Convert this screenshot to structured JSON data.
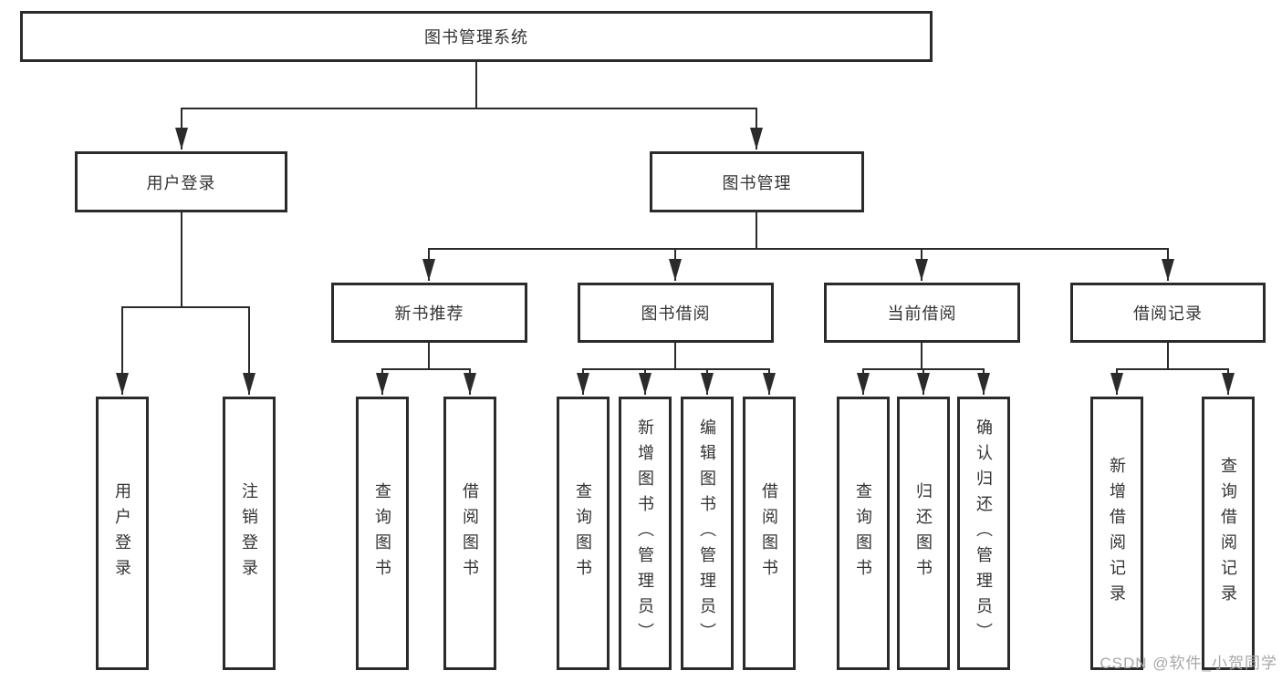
{
  "diagram": {
    "root": {
      "label": "图书管理系统"
    },
    "branches": [
      {
        "label": "用户登录",
        "children": [
          "用户登录",
          "注销登录"
        ]
      },
      {
        "label": "图书管理",
        "sections": [
          {
            "label": "新书推荐",
            "children": [
              "查询图书",
              "借阅图书"
            ]
          },
          {
            "label": "图书借阅",
            "children": [
              "查询图书",
              "新增图书（管理员）",
              "编辑图书（管理员）",
              "借阅图书"
            ]
          },
          {
            "label": "当前借阅",
            "children": [
              "查询图书",
              "归还图书",
              "确认归还（管理员）"
            ]
          },
          {
            "label": "借阅记录",
            "children": [
              "新增借阅记录",
              "查询借阅记录"
            ]
          }
        ]
      }
    ]
  },
  "watermark": {
    "text": "CSDN @软件_小贺同学"
  },
  "colors": {
    "line": "#2b2b2b",
    "text": "#333333",
    "watermark": "#a8a8a8"
  }
}
